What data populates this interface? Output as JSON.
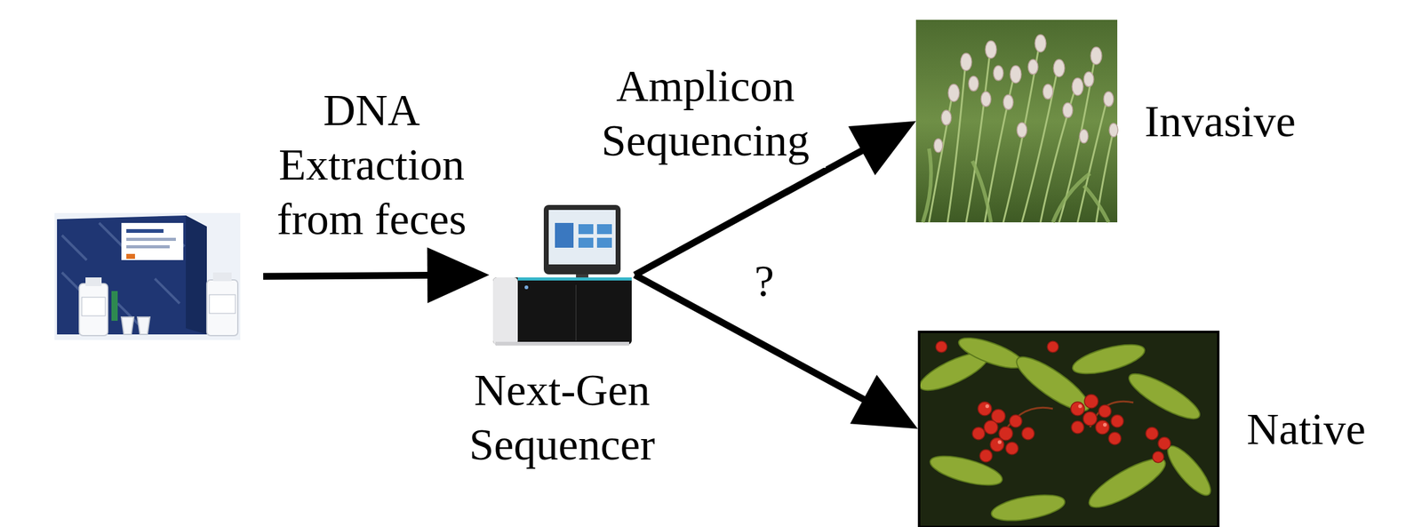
{
  "diagram": {
    "nodes": [
      {
        "text": []
      },
      {
        "text": [
          "Next-Gen Sequencer"
        ]
      },
      {
        "text": [
          "Invasive"
        ]
      },
      {
        "text": [
          "Native"
        ]
      }
    ],
    "edges": [
      {
        "from": 0,
        "to": 1,
        "arrow": "to",
        "label": "DNA Extraction from feces"
      },
      {
        "from": 1,
        "to": 2,
        "arrow": "to",
        "label": "Amplicon Sequencing"
      },
      {
        "from": 1,
        "to": 3,
        "arrow": "to",
        "label": "?"
      }
    ]
  }
}
